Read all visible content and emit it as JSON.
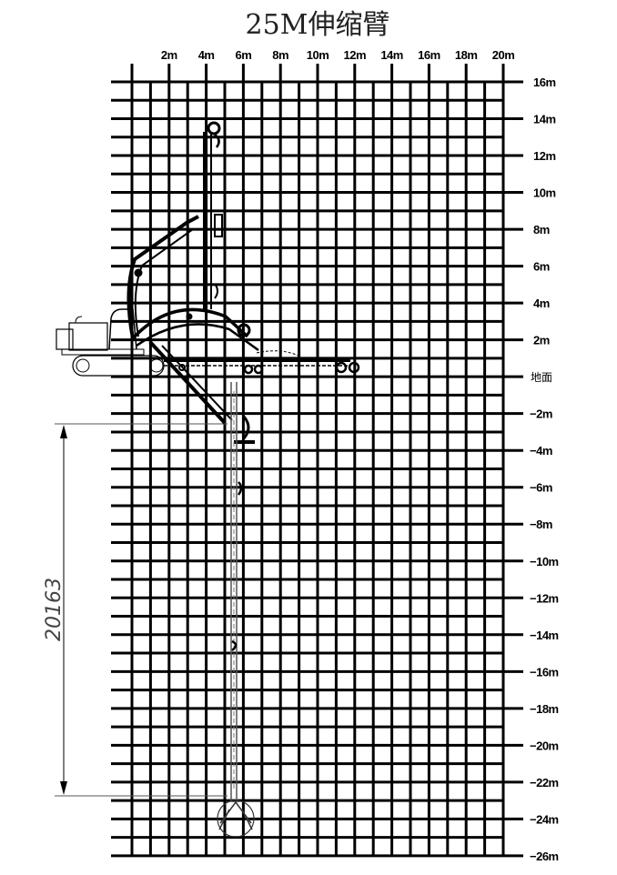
{
  "title": "25M伸缩臂",
  "chart_data": {
    "type": "diagram",
    "title": "25M伸缩臂",
    "description": "Telescopic arm excavator working range diagram on a metric grid",
    "x_axis": {
      "ticks": [
        "2m",
        "4m",
        "6m",
        "8m",
        "10m",
        "12m",
        "14m",
        "16m",
        "18m",
        "20m"
      ],
      "range": [
        -2,
        20
      ],
      "unit": "m"
    },
    "y_axis": {
      "ticks": [
        "16m",
        "14m",
        "12m",
        "10m",
        "8m",
        "6m",
        "4m",
        "2m",
        "地面",
        "-2m",
        "-4m",
        "-6m",
        "-8m",
        "-10m",
        "-12m",
        "-14m",
        "-16m",
        "-18m",
        "-20m",
        "-22m",
        "-24m",
        "-26m"
      ],
      "range": [
        -26,
        16
      ],
      "unit": "m",
      "ground_label": "地面"
    },
    "grid": true,
    "dimension": {
      "value": "20163",
      "orientation": "vertical",
      "from_m": -2.6,
      "to_m": -22.8
    },
    "max_height_m": 13.5,
    "max_depth_m": -24.5,
    "max_reach_m": 12.5
  },
  "labels": {
    "x": [
      "2m",
      "4m",
      "6m",
      "8m",
      "10m",
      "12m",
      "14m",
      "16m",
      "18m",
      "20m"
    ],
    "y": [
      "16m",
      "14m",
      "12m",
      "10m",
      "8m",
      "6m",
      "4m",
      "2m",
      "地面",
      "−2m",
      "−4m",
      "−6m",
      "−8m",
      "−10m",
      "−12m",
      "−14m",
      "−16m",
      "−18m",
      "−20m",
      "−22m",
      "−24m",
      "−26m"
    ],
    "dimension": "20163"
  }
}
